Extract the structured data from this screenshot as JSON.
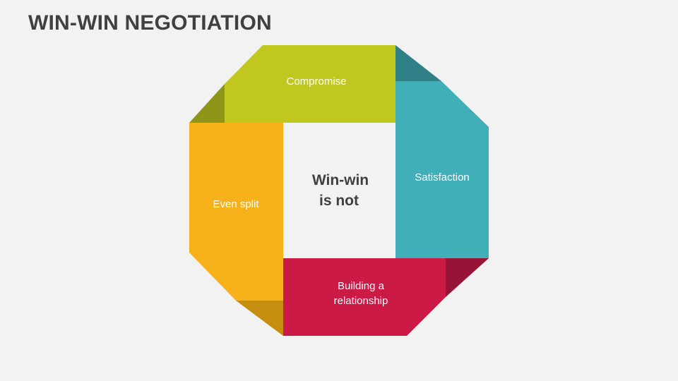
{
  "title": "WIN-WIN NEGOTIATION",
  "center": {
    "line1": "Win-win",
    "line2": "is not"
  },
  "segments": {
    "top": {
      "label": "Compromise",
      "color": "#c0c820",
      "fold_color": "#8e9619"
    },
    "right": {
      "label": "Satisfaction",
      "color": "#41afb8",
      "fold_color": "#2f8087"
    },
    "bottom": {
      "line1": "Building a",
      "line2": "relationship",
      "color": "#cc1a47",
      "fold_color": "#971437"
    },
    "left": {
      "label": "Even split",
      "color": "#f7b21b",
      "fold_color": "#c68e0e"
    }
  },
  "center_color": "#f2f2f2"
}
